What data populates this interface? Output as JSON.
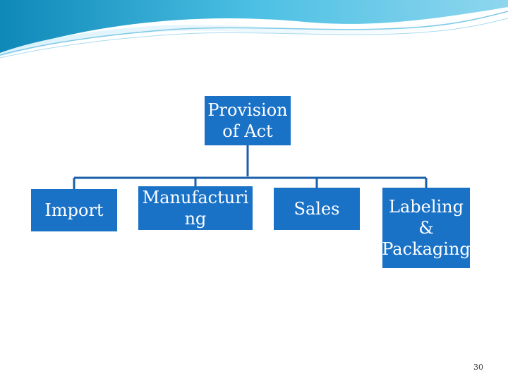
{
  "diagram": {
    "root": {
      "label": "Provision of Act"
    },
    "children": [
      {
        "label": "Import"
      },
      {
        "label": "Manufacturi ng"
      },
      {
        "label": "Sales"
      },
      {
        "label": "Labeling & Packaging"
      }
    ]
  },
  "footer": {
    "page_number": "30"
  },
  "colors": {
    "box_fill": "#1a72c7",
    "connector": "#1a5fa8",
    "header_swoosh": "#3fb0d8"
  }
}
